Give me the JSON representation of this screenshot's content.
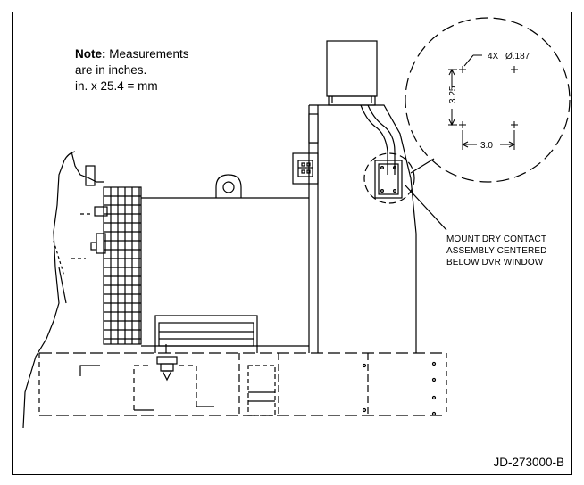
{
  "note": {
    "label": "Note:",
    "line1": "Measurements",
    "line2": "are in inches.",
    "line3": "in. x 25.4 = mm"
  },
  "detail": {
    "hole_callout_count": "4X",
    "hole_callout_dia": "Ø.187",
    "vertical_dim": "3.25",
    "horizontal_dim": "3.0"
  },
  "callout": {
    "line1": "MOUNT DRY CONTACT",
    "line2": "ASSEMBLY CENTERED",
    "line3": "BELOW DVR WINDOW"
  },
  "doc_id": "JD-273000-B"
}
